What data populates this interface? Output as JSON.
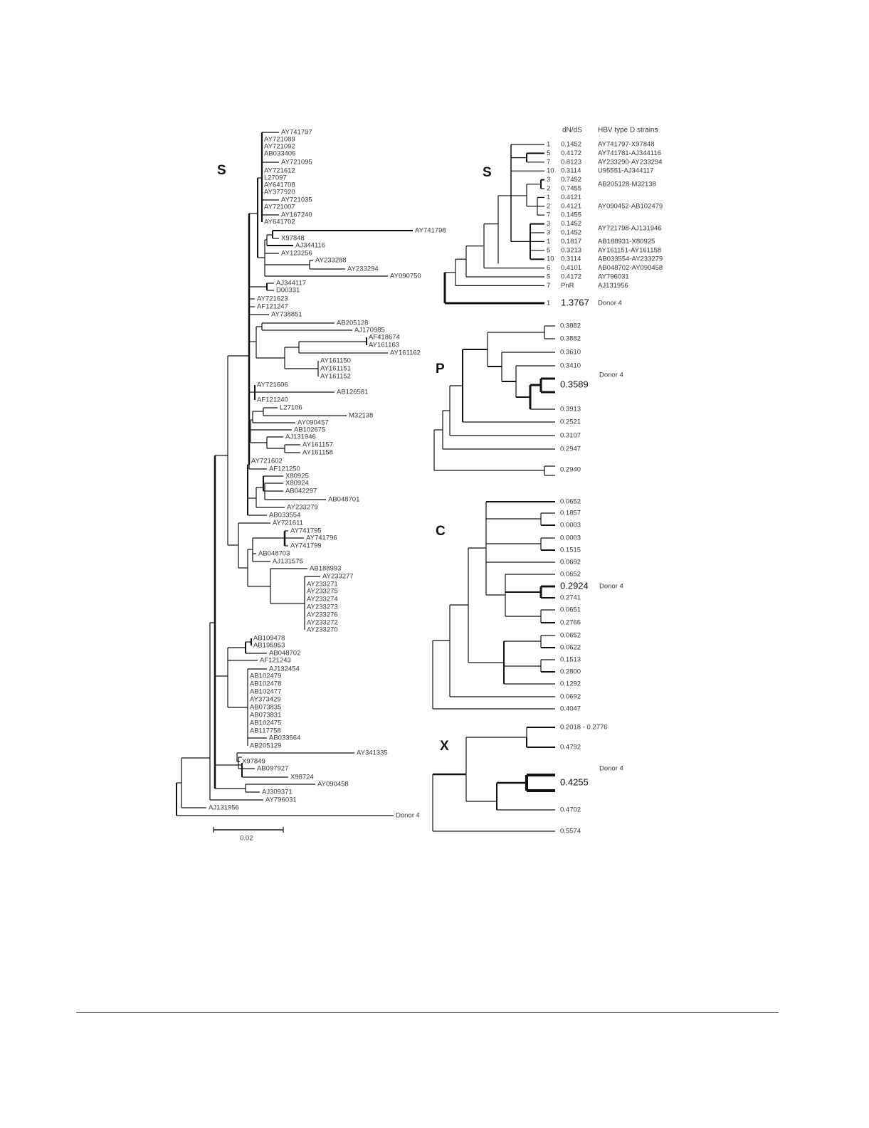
{
  "figure": {
    "panel_letters": {
      "s_main": "S",
      "s_small": "S",
      "p": "P",
      "c": "C",
      "x": "X"
    },
    "scale_bar_label": "0.02"
  },
  "left_tree": {
    "leaves": [
      "AY741797",
      "AY721089",
      "AY721092",
      "AB033406",
      "AY721095",
      "AY721612",
      "L27097",
      "AY641708",
      "AY377920",
      "AY721035",
      "AY721007",
      "AY167240",
      "AY641702",
      "AY741798",
      "X97848",
      "AJ344116",
      "AY123256",
      "AY233288",
      "AY233294",
      "AY090750",
      "AJ344117",
      "D00331",
      "AY721623",
      "AF121247",
      "AY738851",
      "AB205128",
      "AJ170985",
      "AF418674",
      "AY161163",
      "AY161162",
      "AY161150",
      "AY161151",
      "AY161152",
      "AY721606",
      "AB126581",
      "AF121240",
      "L27106",
      "M32138",
      "AY090457",
      "AB102675",
      "AJ131946",
      "AY161157",
      "AY161158",
      "AY721602",
      "AF121250",
      "X80925",
      "X80924",
      "AB042297",
      "AB048701",
      "AY233279",
      "AB033554",
      "AY721611",
      "AY741795",
      "AY741796",
      "AY741799",
      "AB048703",
      "AJ131575",
      "AB188993",
      "AY233277",
      "AY233271",
      "AY233275",
      "AY233274",
      "AY233273",
      "AY233276",
      "AY233272",
      "AY233270",
      "AB109478",
      "AB195953",
      "AB048702",
      "AF121243",
      "AJ132454",
      "AB102479",
      "AB102478",
      "AB102477",
      "AY373429",
      "AB073835",
      "AB073831",
      "AB102475",
      "AB117758",
      "AB033564",
      "AB205129",
      "AY341335",
      "X97849",
      "AB097927",
      "X98724",
      "AY090458",
      "AJ309371",
      "AY796031",
      "AJ131956",
      "Donor 4"
    ]
  },
  "s_table": {
    "header_dnds": "dN/dS",
    "header_strains": "HBV type D strains",
    "rows": [
      {
        "n": "1",
        "v": "0.1452",
        "s": "AY741797-X97848"
      },
      {
        "n": "5",
        "v": "0.4172",
        "s": "AY741781-AJ344116"
      },
      {
        "n": "7",
        "v": "0.8123",
        "s": "AY233290-AY233294"
      },
      {
        "n": "10",
        "v": "0.3114",
        "s": "U95551-AJ344117"
      },
      {
        "n": "3",
        "v": "0.7452",
        "s": "AB205128-M32138"
      },
      {
        "n": "2",
        "v": "0.7455",
        "s": ""
      },
      {
        "n": "1",
        "v": "0.4121",
        "s": "AY090452-AB102479"
      },
      {
        "n": "2",
        "v": "0.4121",
        "s": ""
      },
      {
        "n": "7",
        "v": "0.1455",
        "s": ""
      },
      {
        "n": "3",
        "v": "0.1452",
        "s": "AY721798-AJ131946"
      },
      {
        "n": "3",
        "v": "0.1452",
        "s": ""
      },
      {
        "n": "1",
        "v": "0.1817",
        "s": "AB188931-X80925"
      },
      {
        "n": "5",
        "v": "0.3213",
        "s": "AY161151-AY161158"
      },
      {
        "n": "10",
        "v": "0.3114",
        "s": "AB033554-AY233279"
      },
      {
        "n": "6",
        "v": "0.4101",
        "s": "AB048702-AY090458"
      },
      {
        "n": "5",
        "v": "0.4172",
        "s": "AY796031"
      },
      {
        "n": "7",
        "v": "PnR",
        "s": "AJ131956"
      },
      {
        "n": "1",
        "v": "1.3767",
        "s": "Donor 4"
      }
    ]
  },
  "p_tree": {
    "values": [
      "0.3882",
      "0.3882",
      "0.3610",
      "0.3410",
      "0.3589",
      "0.3913",
      "0.2521",
      "0.3107",
      "0.2947",
      "0.2940"
    ],
    "donor_label": "Donor 4"
  },
  "c_tree": {
    "values": [
      "0.0652",
      "0.1857",
      "0.0003",
      "0.0003",
      "0.1515",
      "0.0692",
      "0.0652",
      "0.2924",
      "0.2741",
      "0.0651",
      "0.2765",
      "0.0652",
      "0.0622",
      "0.1513",
      "0.2800",
      "0.1292",
      "0.0692",
      "0.4047"
    ],
    "donor_label": "Donor 4"
  },
  "x_tree": {
    "values": [
      "0.2018 - 0.2776",
      "0.4792",
      "0.4255",
      "0.4702",
      "0.5574"
    ],
    "donor_label": "Donor 4"
  }
}
